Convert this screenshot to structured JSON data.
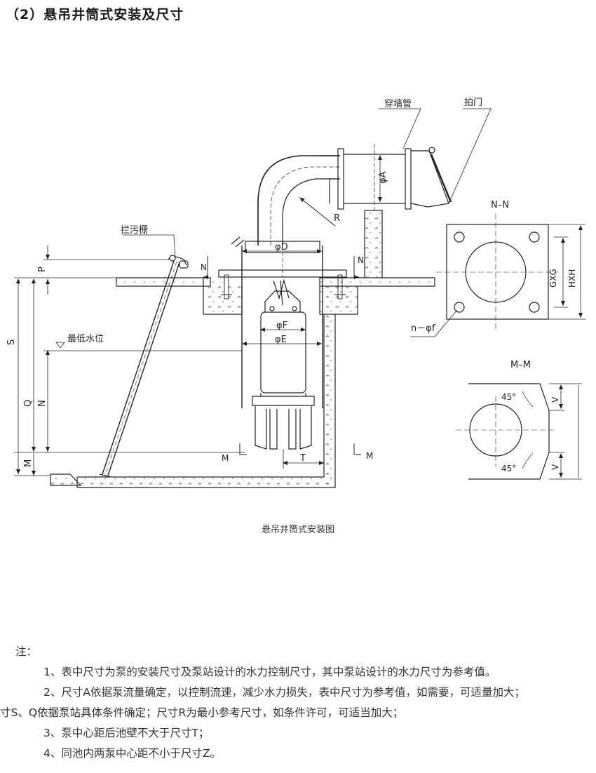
{
  "heading": "（2）悬吊井筒式安装及尺寸",
  "caption": "悬吊井筒式安装图",
  "labels": {
    "wall_pipe": "穿墙管",
    "flap_gate": "拍门",
    "trash_rack": "拦污栅",
    "min_water_level": "最低水位",
    "dia_a": "φA",
    "radius": "R",
    "dia_d": "φD",
    "dia_f": "φF",
    "dia_e": "φE",
    "p": "P",
    "s": "S",
    "q": "Q",
    "n": "N",
    "m": "M",
    "t": "T",
    "section_n_n": "N–N",
    "gxg": "GXG",
    "hxh": "HXH",
    "holes": "n－φf",
    "section_m_m": "M–M",
    "angle_top": "45°",
    "angle_bottom": "45°",
    "v_top": "V",
    "v_bottom": "V"
  },
  "notes": {
    "title": "注：",
    "items": [
      "1、表中尺寸为泵的安装尺寸及泵站设计的水力控制尺寸，其中泵站设计的水力尺寸为参考值。",
      "2、尺寸A依据泵流量确定，以控制流速，减少水力损失，表中尺寸为参考值，如需要，可适量加大；",
      "寸S、Q依据泵站具体条件确定；尺寸R为最小参考尺寸，如条件许可，可适当加大；",
      "3、泵中心距后池壁不大于尺寸T；",
      "4、同池内两泵中心距不小于尺寸Z。"
    ]
  }
}
